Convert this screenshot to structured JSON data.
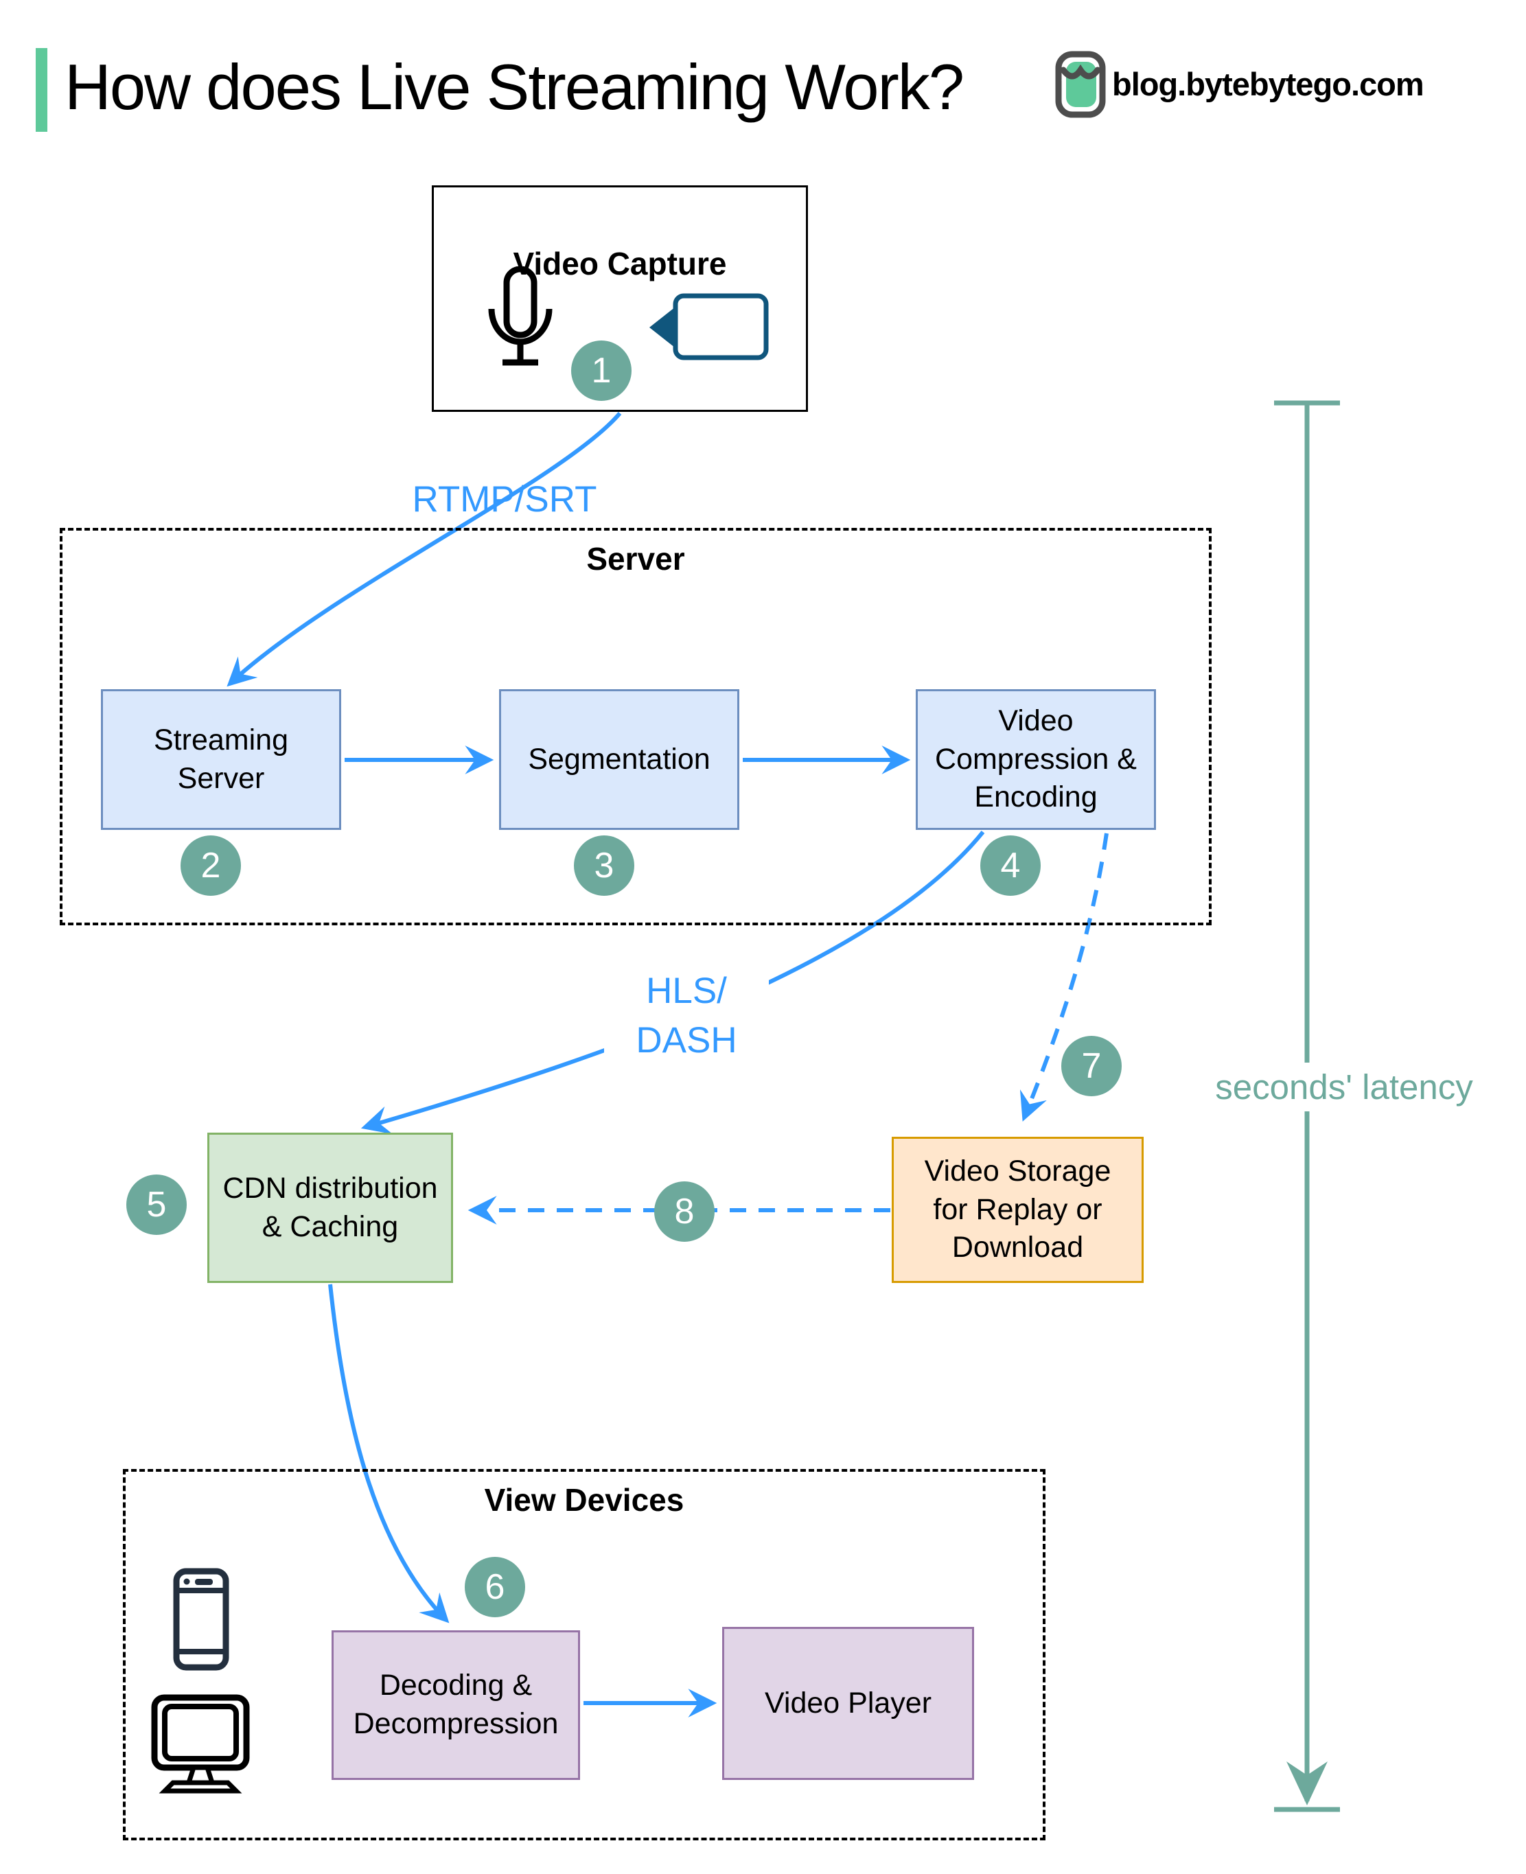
{
  "page": {
    "title": "How does Live Streaming Work?",
    "site": "blog.bytebytego.com"
  },
  "containers": {
    "server": {
      "label": "Server"
    },
    "view_devices": {
      "label": "View Devices"
    }
  },
  "nodes": {
    "video_capture": {
      "label": "Video Capture"
    },
    "streaming_server": {
      "label": "Streaming\nServer"
    },
    "segmentation": {
      "label": "Segmentation"
    },
    "video_compression": {
      "label": "Video\nCompression &\nEncoding"
    },
    "cdn": {
      "label": "CDN distribution\n& Caching"
    },
    "video_storage": {
      "label": "Video Storage\nfor Replay or\nDownload"
    },
    "decoding": {
      "label": "Decoding &\nDecompression"
    },
    "video_player": {
      "label": "Video Player"
    }
  },
  "steps": [
    "1",
    "2",
    "3",
    "4",
    "5",
    "6",
    "7",
    "8"
  ],
  "edge_labels": {
    "ingest_protocol": "RTMP/SRT",
    "delivery_protocol": "HLS/\nDASH",
    "latency": "seconds' latency"
  },
  "icons": {
    "logo": "bytebytego-logo",
    "microphone": "microphone-icon",
    "camera": "video-camera-icon",
    "phone": "smartphone-icon",
    "monitor": "desktop-monitor-icon"
  },
  "colors": {
    "accent_blue": "#3399FF",
    "step_teal": "#6DA99C",
    "latency_teal": "#6DA99C",
    "brand_green": "#5EC99A",
    "box_blue_fill": "#DAE8FC",
    "box_blue_border": "#6C8EBF",
    "box_green_fill": "#D5E8D4",
    "box_green_border": "#82B366",
    "box_orange_fill": "#FFE6CC",
    "box_orange_border": "#D79B00",
    "box_purple_fill": "#E1D5E7",
    "box_purple_border": "#9673A6"
  }
}
